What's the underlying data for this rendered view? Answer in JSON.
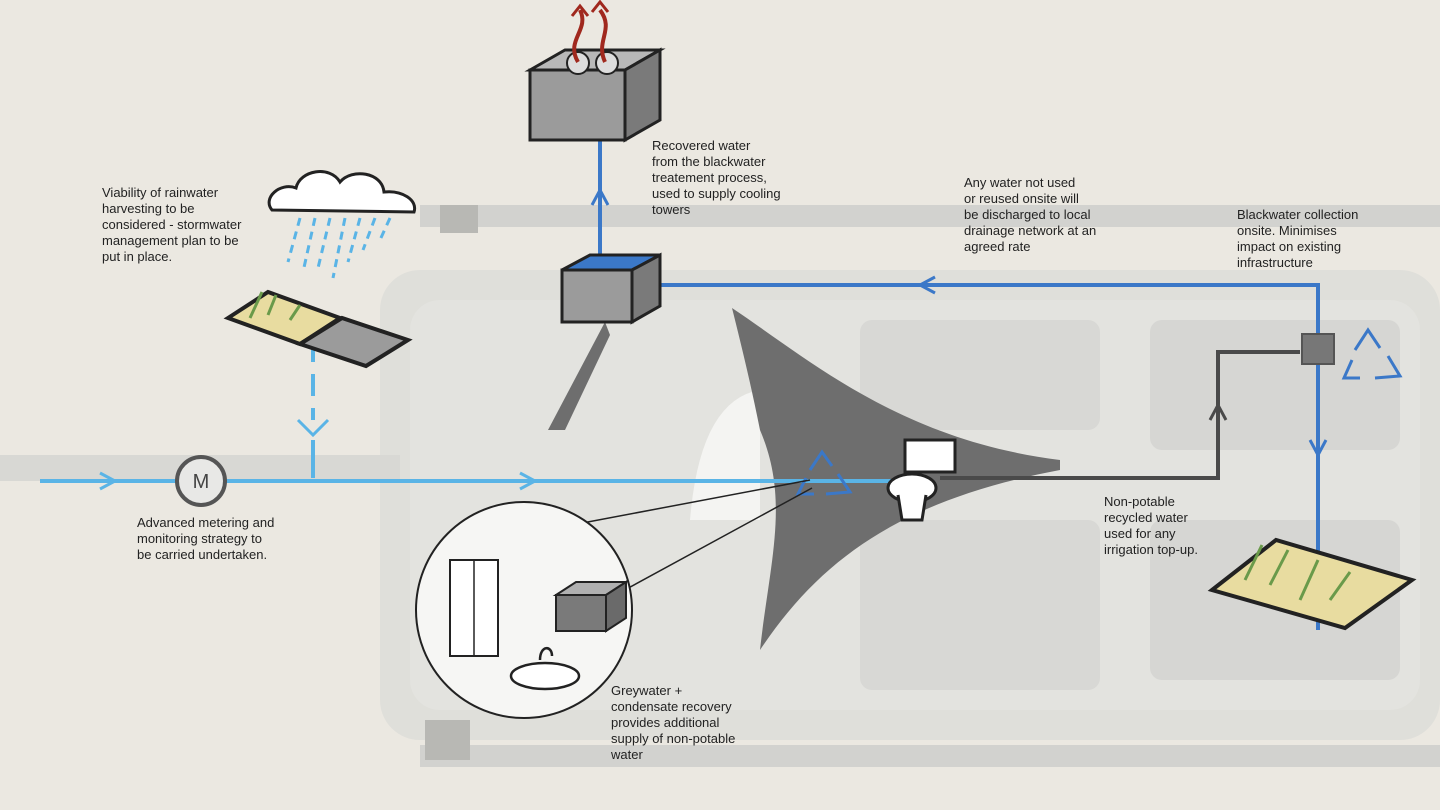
{
  "annotations": {
    "cooling_towers": "Recovered water\nfrom the blackwater\ntreatement process,\nused to supply cooling\ntowers",
    "rainwater": "Viability of rainwater\nharvesting to be\nconsidered - stormwater\nmanagement plan to be\nput in place.",
    "discharge": "Any water not used\nor reused onsite will\nbe discharged to local\ndrainage network at an\nagreed rate",
    "blackwater": "Blackwater collection\nonsite.  Minimises\nimpact on existing\ninfrastructure",
    "metering": "Advanced metering and\nmonitoring strategy to\nbe carried undertaken.",
    "irrigation": "Non-potable\nrecycled water\nused for any\nirrigation top-up.",
    "greywater": "Greywater +\ncondensate recovery\nprovides additional\nsupply of non-potable\nwater"
  },
  "meter_label": "M",
  "colors": {
    "water_blue": "#3b78c8",
    "light_blue": "#5ab4e6",
    "building_grey": "#6e6e6e",
    "tank_grey": "#9b9b9b",
    "exhaust_red": "#a0281e",
    "grass_pad": "#e8dca0"
  }
}
